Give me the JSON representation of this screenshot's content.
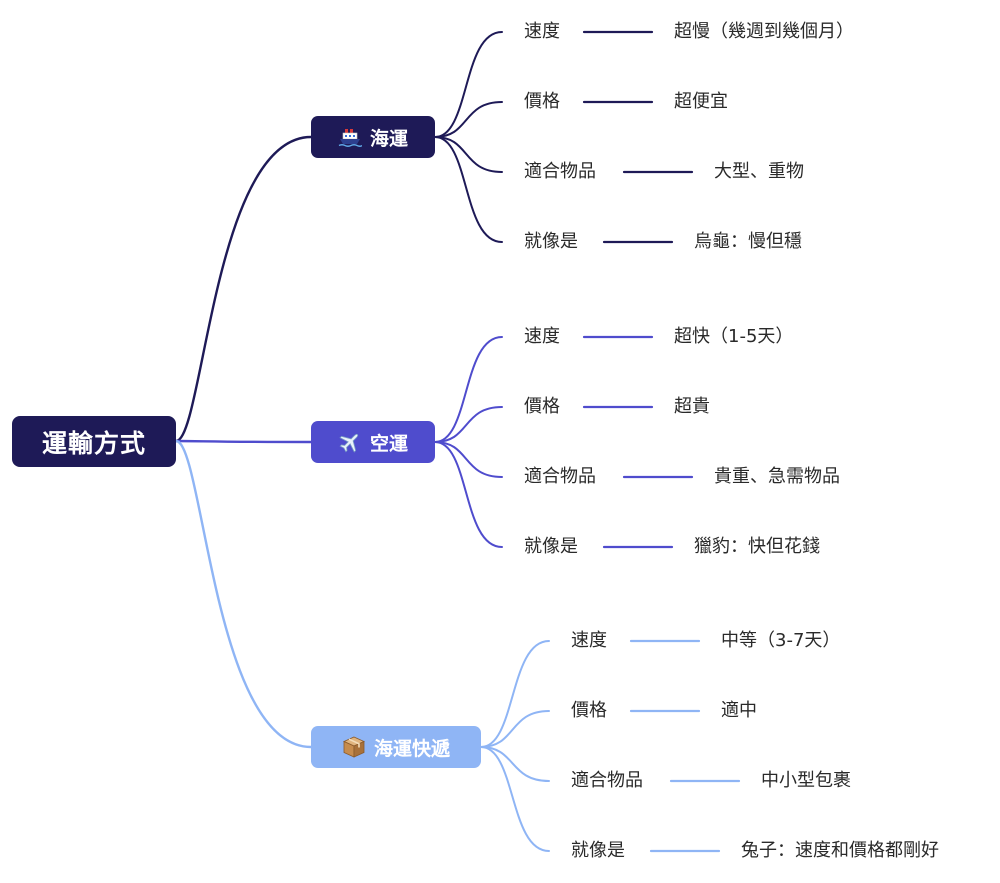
{
  "root": {
    "label": "運輸方式"
  },
  "colors": {
    "dark": "#1e1a57",
    "mid": "#4f4ccd",
    "light": "#8fb5f5"
  },
  "branches": [
    {
      "label": "海運",
      "icon": "ship-icon",
      "color": "#1e1a57",
      "items": [
        {
          "key": "速度",
          "value": "超慢（幾週到幾個月）"
        },
        {
          "key": "價格",
          "value": "超便宜"
        },
        {
          "key": "適合物品",
          "value": "大型、重物"
        },
        {
          "key": "就像是",
          "value": "烏龜：慢但穩"
        }
      ]
    },
    {
      "label": "空運",
      "icon": "airplane-icon",
      "color": "#4f4ccd",
      "items": [
        {
          "key": "速度",
          "value": "超快（1-5天）"
        },
        {
          "key": "價格",
          "value": "超貴"
        },
        {
          "key": "適合物品",
          "value": "貴重、急需物品"
        },
        {
          "key": "就像是",
          "value": "獵豹：快但花錢"
        }
      ]
    },
    {
      "label": "海運快遞",
      "icon": "package-icon",
      "color": "#8fb5f5",
      "items": [
        {
          "key": "速度",
          "value": "中等（3-7天）"
        },
        {
          "key": "價格",
          "value": "適中"
        },
        {
          "key": "適合物品",
          "value": "中小型包裹"
        },
        {
          "key": "就像是",
          "value": "兔子：速度和價格都剛好"
        }
      ]
    }
  ]
}
